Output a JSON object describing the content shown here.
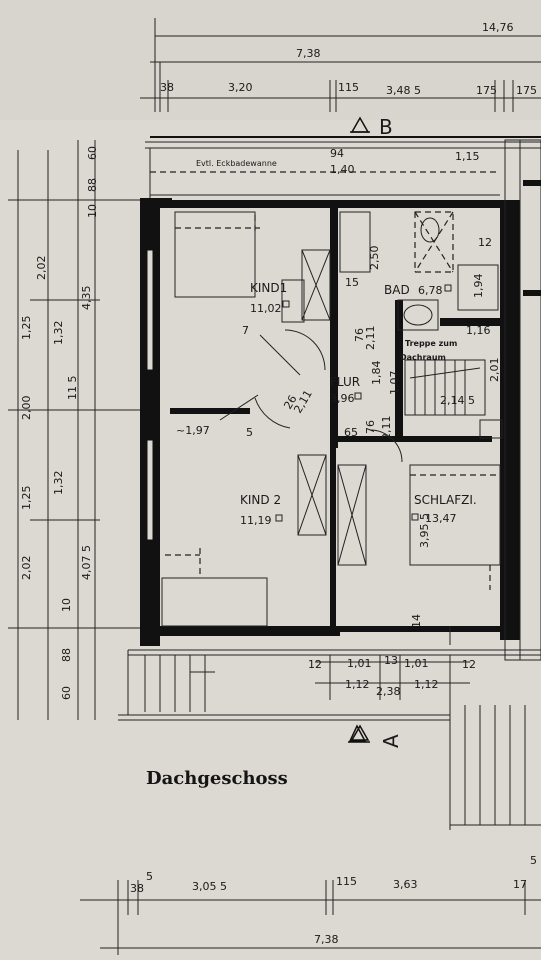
{
  "floor_label": "Dachgeschoss",
  "section_markers": {
    "b": "B",
    "a": "A"
  },
  "rooms": {
    "kind1": {
      "name": "KIND1",
      "area": "11,02"
    },
    "bad": {
      "name": "BAD",
      "area": "6,78"
    },
    "flur": {
      "name": "FLUR",
      "area": "3,96"
    },
    "kind2": {
      "name": "KIND 2",
      "area": "11,19"
    },
    "schlafzi": {
      "name": "SCHLAFZI.",
      "area": "13,47"
    }
  },
  "notes": {
    "eckbadewanne": "Evtl. Eckbadewanne",
    "treppe": "Treppe zum",
    "dachraum": "Dachraum"
  },
  "dims_top": {
    "overall_right": "14,76",
    "total": "7,38",
    "seg_a": "38",
    "seg_b": "3,20",
    "seg_c": "115",
    "seg_d": "3,48 5",
    "seg_e": "175",
    "seg_f": "175"
  },
  "dims_bottom": {
    "seg_a": "38",
    "seg_b": "5",
    "seg_c": "3,05 5",
    "seg_d": "115",
    "seg_e": "3,63",
    "seg_f": "17",
    "seg_g": "5",
    "total": "7,38"
  },
  "dims_left": {
    "l1": "60",
    "l2": "88",
    "l3": "10",
    "l4": "2,02",
    "l5": "1,25",
    "l6": "1,32",
    "l7": "4,35",
    "l8": "11 5",
    "l9": "2,00",
    "l10": "1,25",
    "l11": "1,32",
    "l12": "4,07 5",
    "l13": "2,02",
    "l14": "10",
    "l15": "88",
    "l16": "60"
  },
  "dims_inner": {
    "d_94": "94",
    "d_140": "1,40",
    "d_115": "1,15",
    "d_12": "12",
    "d_250": "2,50",
    "d_15": "15",
    "d_194": "1,94",
    "d_116": "1,16",
    "d_76a": "76",
    "d_211a": "2,11",
    "d_184": "1,84",
    "d_107": "1,07",
    "d_201": "2,01",
    "d_2145": "2,14 5",
    "d_7": "7",
    "d_26": "26",
    "d_211b": "2,11",
    "d_197": "~1,97",
    "d_5": "5",
    "d_65": "65",
    "d_76b": "76",
    "d_211c": "2,11",
    "d_3955": "3,95 5",
    "d_14": "14",
    "b_12a": "12",
    "b_101a": "1,01",
    "b_13": "13",
    "b_101b": "1,01",
    "b_12b": "12",
    "b_112a": "1,12",
    "b_238": "2,38",
    "b_112b": "1,12"
  }
}
